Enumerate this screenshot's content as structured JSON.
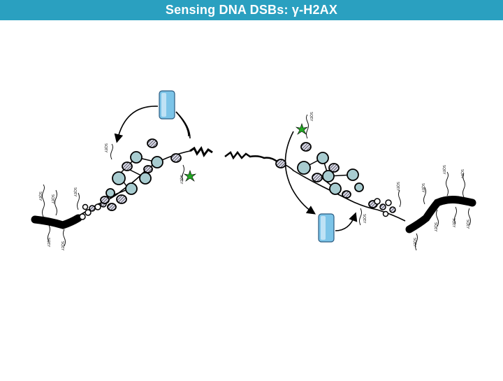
{
  "slide": {
    "title": "Sensing DNA DSBs: γ-H2AX"
  },
  "colors": {
    "title_bar": "#2aa0c0",
    "title_text": "#ffffff",
    "kinase_fill": "#7cc4e8",
    "phospho_star": "#22aa22",
    "nucleosome_fill": "#a8ccd0",
    "dna": "#000000"
  },
  "icons": {
    "kinase": "blue-rounded-rectangle",
    "phosphate": "green-star",
    "nucleosome": "striped-disc",
    "arrow": "curved-arrow"
  }
}
